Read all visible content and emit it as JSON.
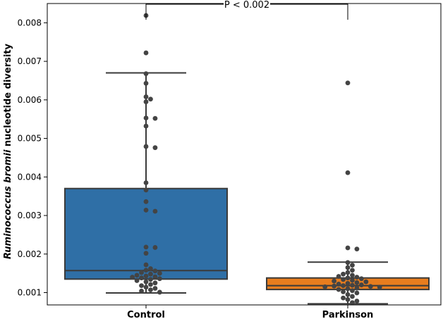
{
  "chart_data": {
    "type": "box",
    "categories": [
      "Control",
      "Parkinson"
    ],
    "ylabel_italic": "Ruminococcus bromii",
    "ylabel_rest": " nucleotide diversity",
    "ylim": [
      0.00068,
      0.0085
    ],
    "yticks": [
      "0.001",
      "0.002",
      "0.003",
      "0.004",
      "0.005",
      "0.006",
      "0.007",
      "0.008"
    ],
    "annotation": "P < 0.002",
    "colors": {
      "Control": "#2f6fa6",
      "Parkinson": "#e87d1e",
      "edge": "#3a3a3a",
      "point": "#444444"
    },
    "boxes": [
      {
        "name": "Control",
        "whisker_low": 0.00099,
        "q1": 0.00135,
        "median": 0.00157,
        "q3": 0.0037,
        "whisker_high": 0.0067
      },
      {
        "name": "Parkinson",
        "whisker_low": 0.00071,
        "q1": 0.00108,
        "median": 0.00118,
        "q3": 0.00138,
        "whisker_high": 0.00179
      }
    ],
    "points": [
      {
        "group": "Control",
        "values": [
          0.00819,
          0.00722,
          0.00668,
          0.00643,
          0.00608,
          0.00602,
          0.00595,
          0.00553,
          0.00552,
          0.00532,
          0.00479,
          0.00476,
          0.00385,
          0.00366,
          0.00336,
          0.00314,
          0.00311,
          0.00218,
          0.00217,
          0.00202,
          0.00172,
          0.00162,
          0.00158,
          0.00156,
          0.00152,
          0.0015,
          0.00148,
          0.00145,
          0.00143,
          0.00141,
          0.0014,
          0.00138,
          0.00136,
          0.00134,
          0.00131,
          0.00128,
          0.00125,
          0.00121,
          0.00118,
          0.00114,
          0.00111,
          0.00107,
          0.00104,
          0.00101
        ]
      },
      {
        "group": "Parkinson",
        "values": [
          0.00644,
          0.00411,
          0.00216,
          0.00213,
          0.00178,
          0.00171,
          0.00165,
          0.00158,
          0.00152,
          0.00148,
          0.00145,
          0.00142,
          0.0014,
          0.00138,
          0.00136,
          0.00134,
          0.00132,
          0.0013,
          0.00128,
          0.00126,
          0.00124,
          0.00122,
          0.0012,
          0.00119,
          0.00118,
          0.00117,
          0.00116,
          0.00115,
          0.00114,
          0.00112,
          0.0011,
          0.00108,
          0.00105,
          0.00102,
          0.00099,
          0.00095,
          0.0009,
          0.00086,
          0.00082,
          0.00078,
          0.00074
        ]
      }
    ]
  }
}
